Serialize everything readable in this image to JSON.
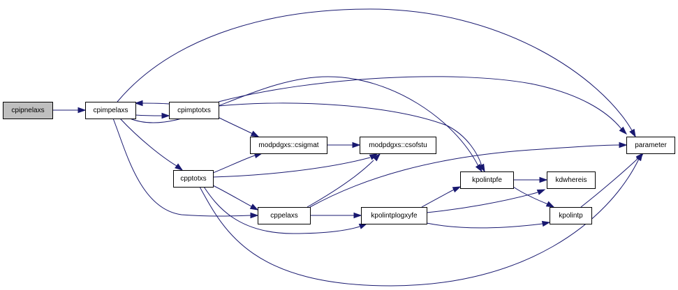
{
  "graph": {
    "nodes": [
      {
        "id": "cpipnelaxs",
        "label": "cpipnelaxs"
      },
      {
        "id": "cpimpelaxs",
        "label": "cpimpelaxs"
      },
      {
        "id": "cpimptotxs",
        "label": "cpimptotxs"
      },
      {
        "id": "cpptotxs",
        "label": "cpptotxs"
      },
      {
        "id": "modpdgxs_csigmat",
        "label": "modpdgxs::csigmat"
      },
      {
        "id": "modpdgxs_csofstu",
        "label": "modpdgxs::csofstu"
      },
      {
        "id": "cppelaxs",
        "label": "cppelaxs"
      },
      {
        "id": "kpolintplogxyfe",
        "label": "kpolintplogxyfe"
      },
      {
        "id": "kpolintpfe",
        "label": "kpolintpfe"
      },
      {
        "id": "kdwhereis",
        "label": "kdwhereis"
      },
      {
        "id": "kpolintp",
        "label": "kpolintp"
      },
      {
        "id": "parameter",
        "label": "parameter"
      }
    ],
    "edges": [
      {
        "from": "cpipnelaxs",
        "to": "cpimpelaxs"
      },
      {
        "from": "cpimpelaxs",
        "to": "cpimptotxs"
      },
      {
        "from": "cpimptotxs",
        "to": "cpimpelaxs"
      },
      {
        "from": "cpimpelaxs",
        "to": "parameter"
      },
      {
        "from": "cpimpelaxs",
        "to": "cpptotxs"
      },
      {
        "from": "cpimpelaxs",
        "to": "kpolintpfe"
      },
      {
        "from": "cpimpelaxs",
        "to": "cppelaxs"
      },
      {
        "from": "cpimptotxs",
        "to": "modpdgxs_csigmat"
      },
      {
        "from": "cpimptotxs",
        "to": "kpolintpfe"
      },
      {
        "from": "cpimptotxs",
        "to": "parameter"
      },
      {
        "from": "modpdgxs_csigmat",
        "to": "modpdgxs_csofstu"
      },
      {
        "from": "cpptotxs",
        "to": "modpdgxs_csigmat"
      },
      {
        "from": "cpptotxs",
        "to": "modpdgxs_csofstu"
      },
      {
        "from": "cpptotxs",
        "to": "cppelaxs"
      },
      {
        "from": "cpptotxs",
        "to": "kpolintplogxyfe"
      },
      {
        "from": "cpptotxs",
        "to": "parameter"
      },
      {
        "from": "cppelaxs",
        "to": "modpdgxs_csofstu"
      },
      {
        "from": "cppelaxs",
        "to": "kpolintplogxyfe"
      },
      {
        "from": "cppelaxs",
        "to": "parameter"
      },
      {
        "from": "kpolintplogxyfe",
        "to": "kpolintpfe"
      },
      {
        "from": "kpolintplogxyfe",
        "to": "kdwhereis"
      },
      {
        "from": "kpolintplogxyfe",
        "to": "kpolintp"
      },
      {
        "from": "kpolintpfe",
        "to": "kdwhereis"
      },
      {
        "from": "kpolintpfe",
        "to": "kpolintp"
      },
      {
        "from": "kpolintp",
        "to": "parameter"
      }
    ]
  },
  "colors": {
    "edge": "#191970",
    "node_fill": "#ffffff",
    "root_fill": "#bfbfbf",
    "node_border": "#000000"
  }
}
